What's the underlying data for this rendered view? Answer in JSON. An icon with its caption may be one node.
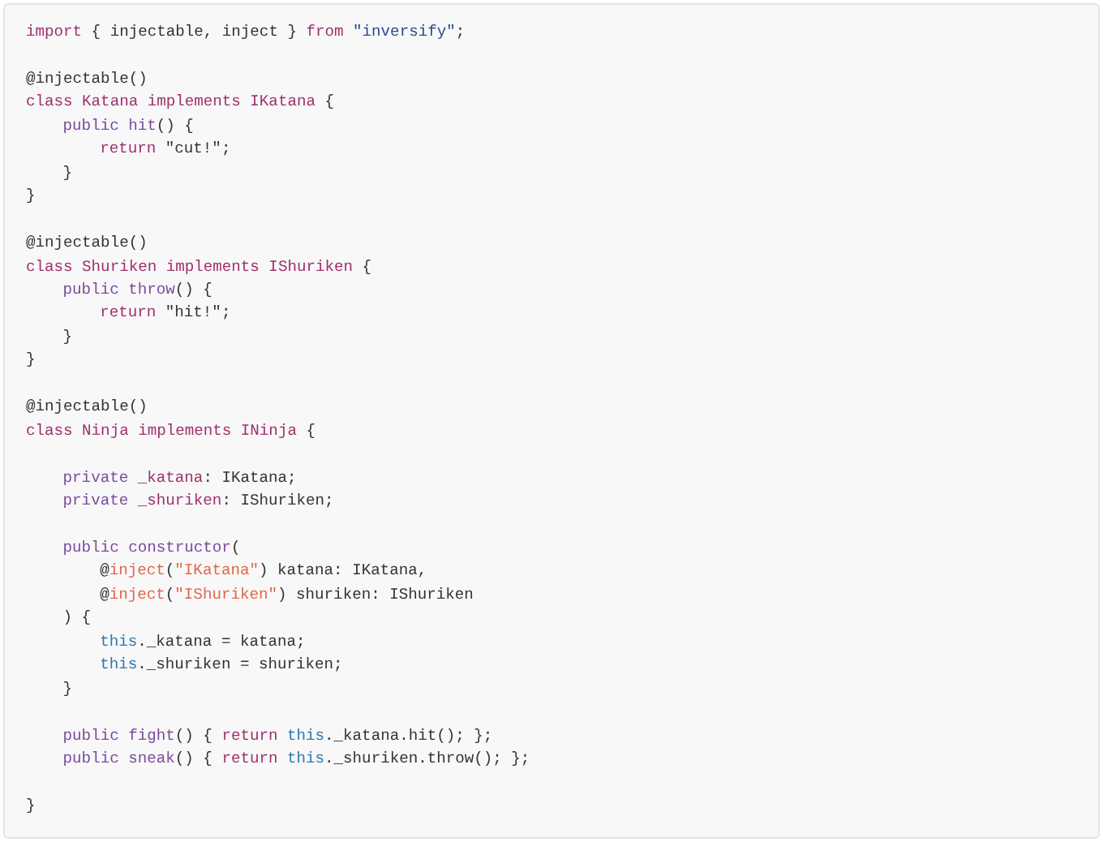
{
  "diagram": {
    "labels": [
      "import { injectable, inject } from \"inversify\";",
      "@injectable()",
      "class Katana implements IKatana {",
      "public hit() {",
      "return \"cut!\";",
      "}",
      "}",
      "@injectable()",
      "class Shuriken implements IShuriken {",
      "public throw() {",
      "return \"hit!\";",
      "}",
      "}",
      "@injectable()",
      "class Ninja implements INinja {",
      "private _katana: IKatana;",
      "private _shuriken: IShuriken;",
      "public constructor(",
      "@inject(\"IKatana\") katana: IKatana,",
      "@inject(\"IShuriken\") shuriken: IShuriken",
      ") {",
      "this._katana = katana;",
      "this._shuriken = shuriken;",
      "}",
      "public fight() { return this._katana.hit(); };",
      "public sneak() { return this._shuriken.throw(); };",
      "}"
    ]
  }
}
